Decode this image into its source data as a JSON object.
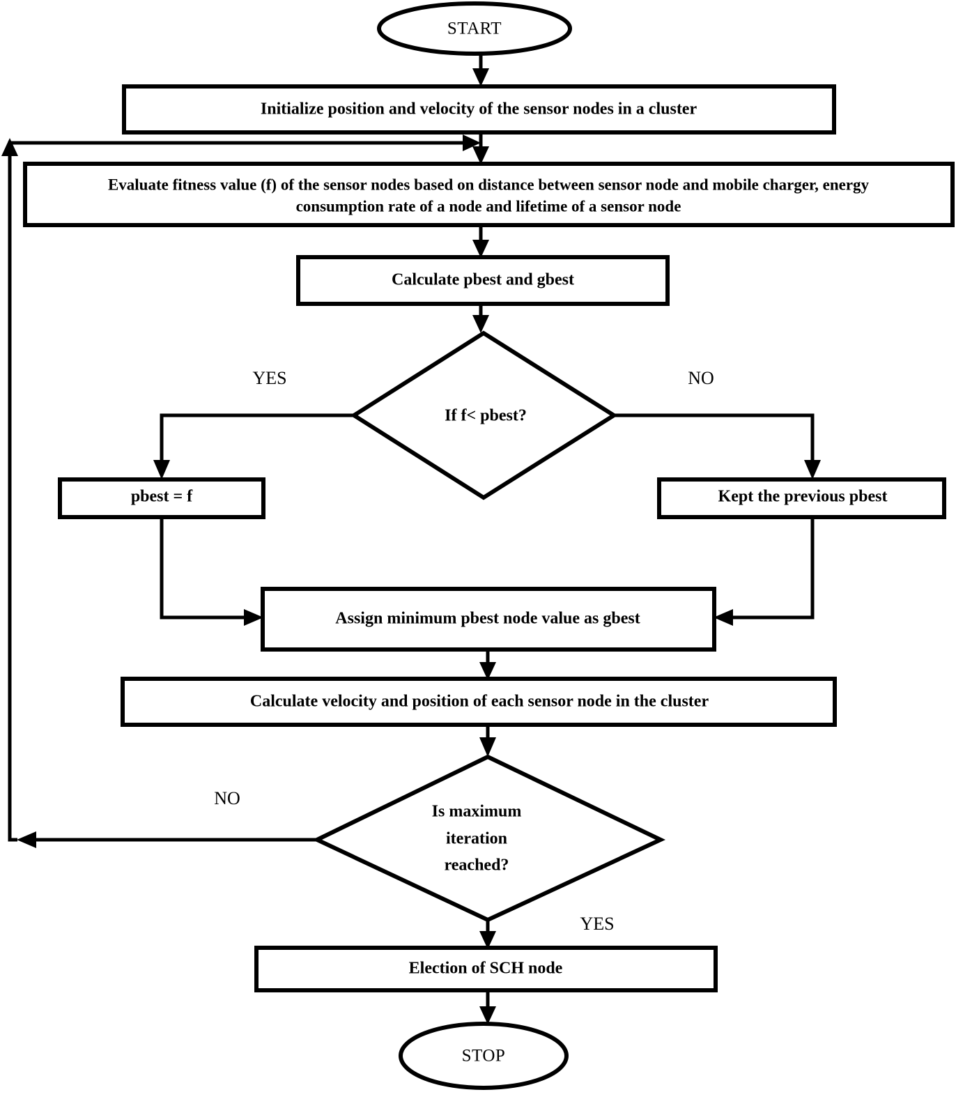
{
  "diagram": {
    "title": "PSO based Secondary Cluster Head (SCH) election flowchart",
    "colors": {
      "background": "#ffffff",
      "stroke": "#000000",
      "fill": "#ffffff"
    },
    "nodes": {
      "start": {
        "label": "START",
        "shape": "terminator"
      },
      "initialize": {
        "label": "Initialize position and velocity of the sensor nodes in a cluster",
        "shape": "process"
      },
      "evaluate_line1": {
        "label": "Evaluate fitness value (f) of the sensor nodes based on distance between sensor node and mobile charger, energy",
        "shape": "process"
      },
      "evaluate_line2": {
        "label": "consumption rate of a node and lifetime of a sensor node",
        "shape": "process"
      },
      "calculate_best": {
        "label": "Calculate pbest and gbest",
        "shape": "process"
      },
      "decision_pbest": {
        "label": "If f< pbest?",
        "shape": "decision"
      },
      "pbest_assign": {
        "label": "pbest = f",
        "shape": "process"
      },
      "pbest_keep": {
        "label": "Kept the previous pbest",
        "shape": "process"
      },
      "assign_gbest": {
        "label": "Assign minimum pbest node value as gbest",
        "shape": "process"
      },
      "calculate_velocity": {
        "label": "Calculate velocity and position of each sensor node in the cluster",
        "shape": "process"
      },
      "decision_iteration_line1": {
        "label": "Is maximum",
        "shape": "decision"
      },
      "decision_iteration_line2": {
        "label": "iteration",
        "shape": "decision"
      },
      "decision_iteration_line3": {
        "label": "reached?",
        "shape": "decision"
      },
      "election": {
        "label": "Election of SCH node",
        "shape": "process"
      },
      "stop": {
        "label": "STOP",
        "shape": "terminator"
      }
    },
    "branch_labels": {
      "pbest_yes": "YES",
      "pbest_no": "NO",
      "iteration_no": "NO",
      "iteration_yes": "YES"
    }
  }
}
